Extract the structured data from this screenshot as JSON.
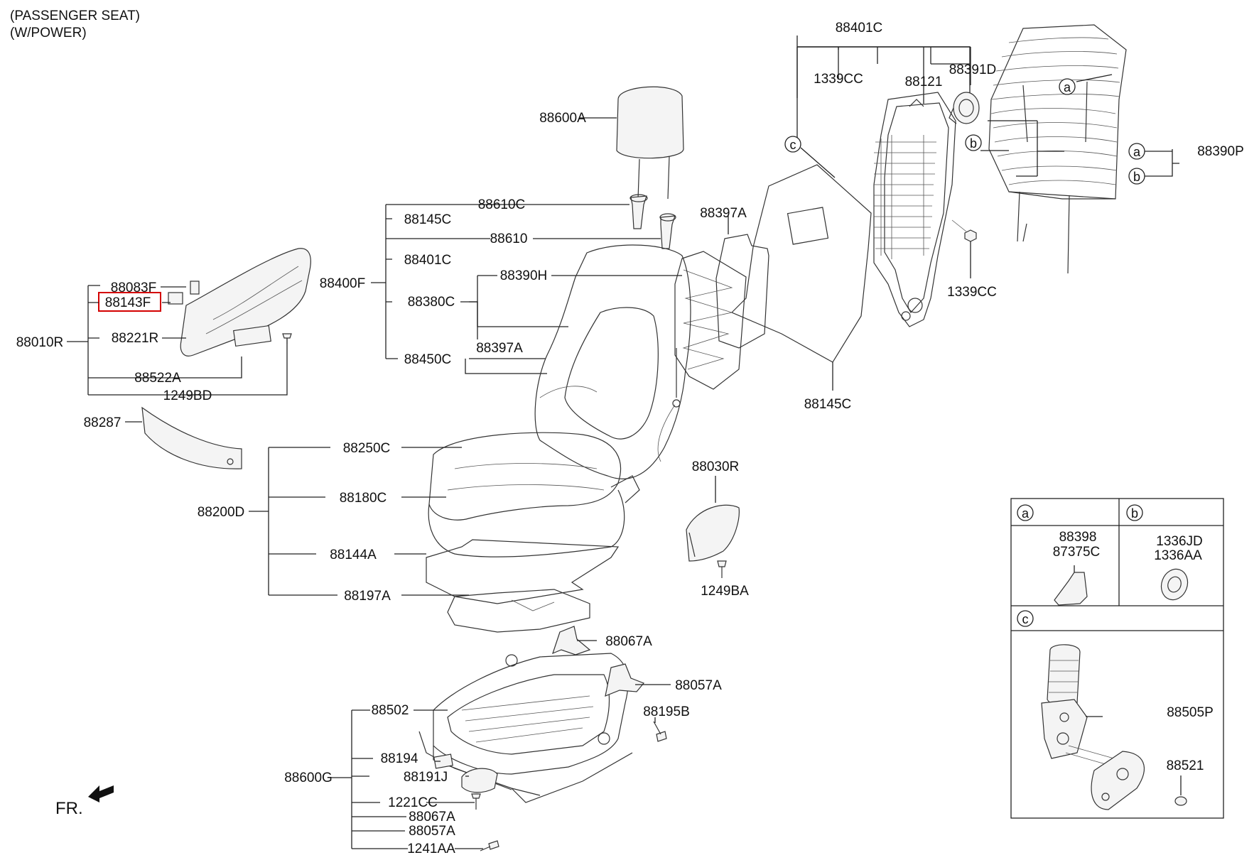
{
  "header": {
    "line1": "(PASSENGER SEAT)",
    "line2": "(W/POWER)"
  },
  "fr_label": "FR.",
  "labels": {
    "l88401C_top": "88401C",
    "l1339CC_a": "1339CC",
    "l88121": "88121",
    "l88391D": "88391D",
    "l88390P": "88390P",
    "l88600A": "88600A",
    "l88610C": "88610C",
    "l88145C_a": "88145C",
    "l88610": "88610",
    "l88401C_b": "88401C",
    "l88400F": "88400F",
    "l88390H": "88390H",
    "l88380C": "88380C",
    "l88397A_a": "88397A",
    "l88450C": "88450C",
    "l88397A_b": "88397A",
    "l1339CC_b": "1339CC",
    "l88145C_b": "88145C",
    "l88083F": "88083F",
    "l88143F": "88143F",
    "l88010R": "88010R",
    "l88221R": "88221R",
    "l88522A": "88522A",
    "l1249BD": "1249BD",
    "l88287": "88287",
    "l88250C": "88250C",
    "l88200D": "88200D",
    "l88180C": "88180C",
    "l88144A": "88144A",
    "l88197A": "88197A",
    "l88030R": "88030R",
    "l1249BA": "1249BA",
    "l88067A_a": "88067A",
    "l88057A_a": "88057A",
    "l88502": "88502",
    "l88195B": "88195B",
    "l88194": "88194",
    "l88600G": "88600G",
    "l88191J": "88191J",
    "l1221CC": "1221CC",
    "l88067A_b": "88067A",
    "l88057A_b": "88057A",
    "l1241AA": "1241AA"
  },
  "callouts": {
    "a": "a",
    "b": "b",
    "c": "c"
  },
  "legend": {
    "a_key": "a",
    "a_part1": "88398",
    "a_part2": "87375C",
    "b_key": "b",
    "b_part1": "1336JD",
    "b_part2": "1336AA",
    "c_key": "c",
    "c_part1": "88505P",
    "c_part2": "88521"
  },
  "highlight_color": "#d40000"
}
